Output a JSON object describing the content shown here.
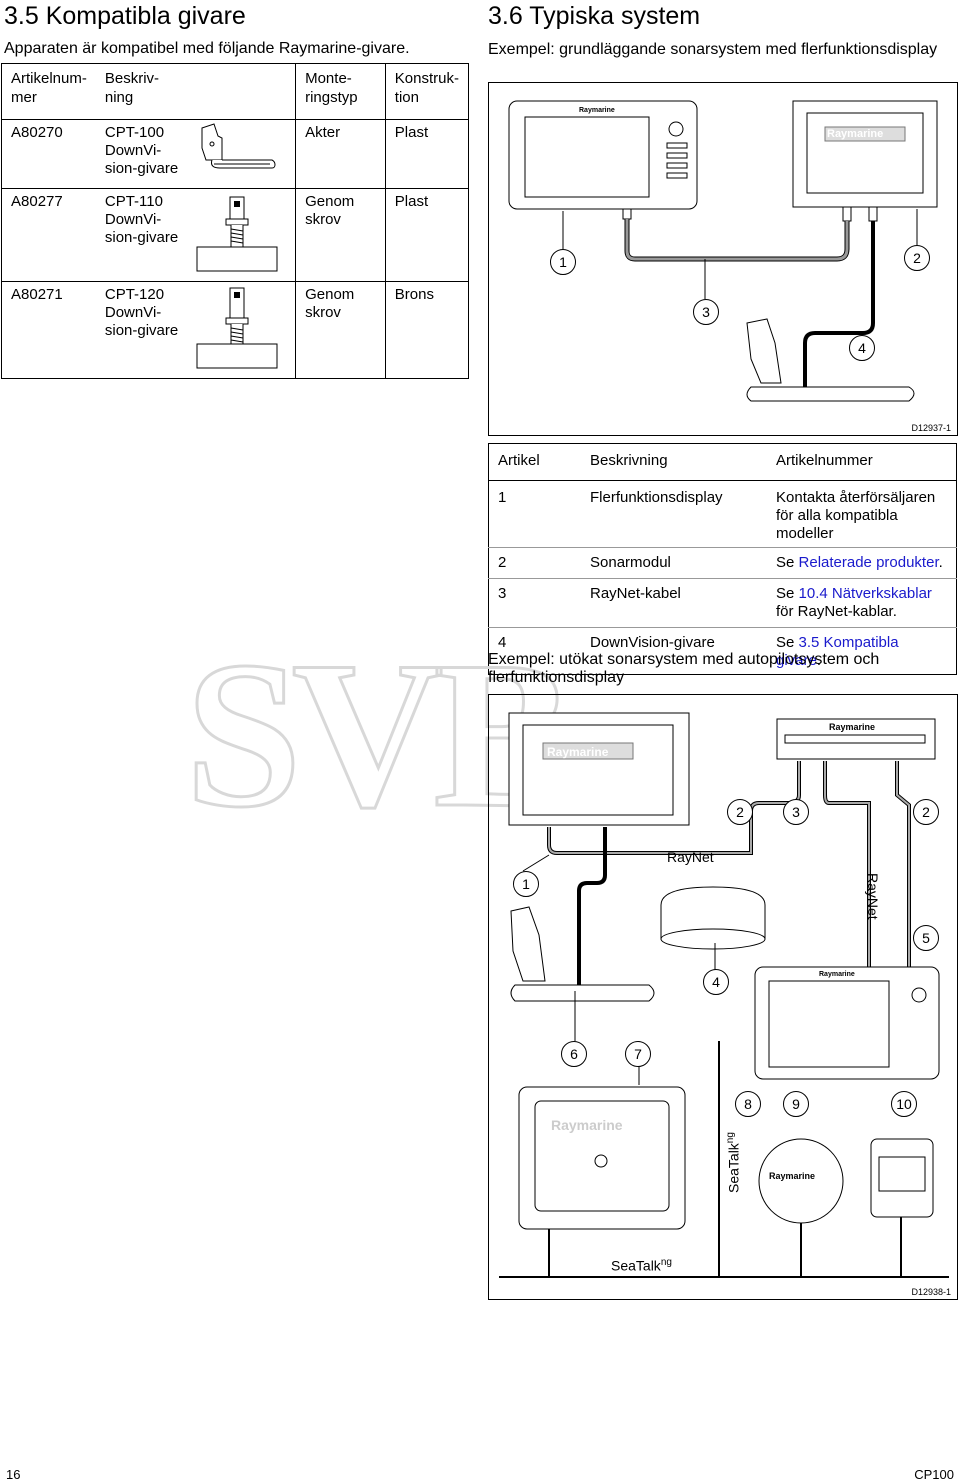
{
  "left": {
    "title": "3.5 Kompatibla givare",
    "intro": "Apparaten är kompatibel med följande Raymarine-givare.",
    "table": {
      "headers": [
        "Artikelnum-\nmer",
        "Beskriv-\nning",
        "",
        "Monte-\nringstyp",
        "Konstruk-\ntion"
      ],
      "rows": [
        {
          "article": "A80270",
          "desc": "CPT-100\nDownVi-\nsion-givare",
          "mount": "Akter",
          "material": "Plast"
        },
        {
          "article": "A80277",
          "desc": "CPT-110\nDownVi-\nsion-givare",
          "mount": "Genom\nskrov",
          "material": "Plast"
        },
        {
          "article": "A80271",
          "desc": "CPT-120\nDownVi-\nsion-givare",
          "mount": "Genom\nskrov",
          "material": "Brons"
        }
      ]
    }
  },
  "right": {
    "title": "3.6 Typiska system",
    "example1": {
      "heading": "Exempel: grundläggande sonarsystem med flerfunktionsdisplay",
      "callouts": [
        "1",
        "2",
        "3",
        "4"
      ],
      "device_brand": "Raymarine",
      "code": "D12937-1"
    },
    "items_table": {
      "headers": [
        "Artikel",
        "Beskrivning",
        "Artikelnummer"
      ],
      "rows": [
        {
          "no": "1",
          "desc": "Flerfunktionsdisplay",
          "ref_prefix": "Kontakta återförsäljaren för alla kompatibla modeller",
          "ref_link": "",
          "ref_suffix": ""
        },
        {
          "no": "2",
          "desc": "Sonarmodul",
          "ref_prefix": "Se ",
          "ref_link": "Relaterade produkter",
          "ref_suffix": "."
        },
        {
          "no": "3",
          "desc": "RayNet-kabel",
          "ref_prefix": "Se ",
          "ref_link": "10.4 Nätverkskablar",
          "ref_suffix": " för RayNet-kablar."
        },
        {
          "no": "4",
          "desc": "DownVision-givare",
          "ref_prefix": "Se ",
          "ref_link": "3.5 Kompatibla givare",
          "ref_suffix": "."
        }
      ]
    },
    "example2": {
      "heading": "Exempel: utökat sonarsystem med autopilotsystem och flerfunktionsdisplay",
      "callouts": [
        "1",
        "2",
        "3",
        "2",
        "4",
        "5",
        "6",
        "7",
        "8",
        "9",
        "10"
      ],
      "raynet_label": "RayNet",
      "raynet_vertical": "RayNet",
      "seatalk_label": "SeaTalk",
      "seatalk_sup": "ng",
      "seatalk_vertical": "SeaTalk",
      "seatalk_vertical_sup": "ng",
      "device_brand": "Raymarine",
      "code": "D12938-1"
    }
  },
  "footer": {
    "page": "16",
    "product": "CP100"
  }
}
